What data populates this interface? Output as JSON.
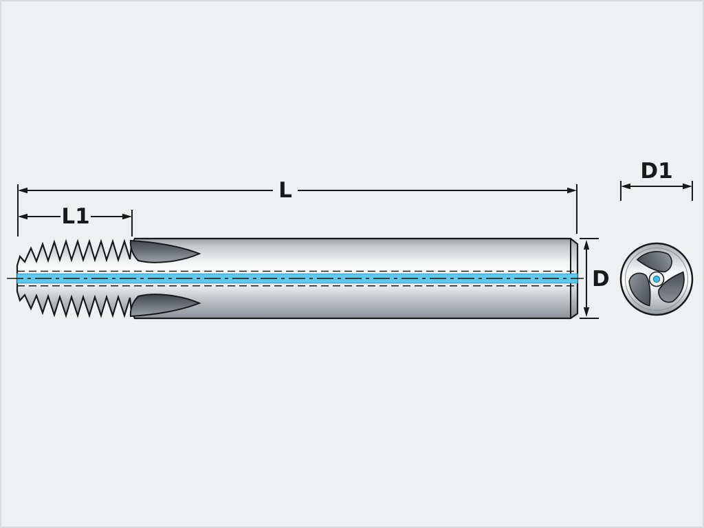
{
  "labels": {
    "overall_length": "L",
    "cut_length": "L1",
    "diameter": "D",
    "shank_diameter": "D1"
  },
  "colors": {
    "coolant_blue": "#63c7e9",
    "coolant_hole_blue": "#49b9e5",
    "outline": "#17191b"
  }
}
